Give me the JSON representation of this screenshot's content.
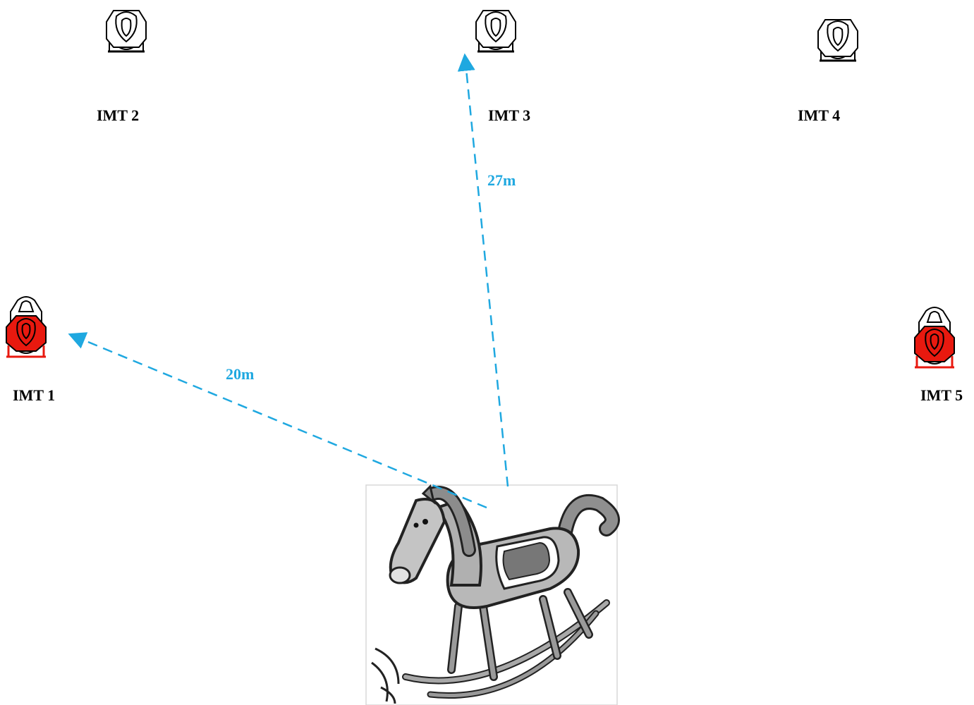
{
  "telescopes": [
    {
      "label": "IMT 1",
      "active": true
    },
    {
      "label": "IMT 2",
      "active": false
    },
    {
      "label": "IMT 3",
      "active": false
    },
    {
      "label": "IMT 4",
      "active": false
    },
    {
      "label": "IMT 5",
      "active": true
    }
  ],
  "distances": [
    {
      "label": "20m",
      "to": "IMT 1"
    },
    {
      "label": "27m",
      "to": "IMT 3"
    }
  ],
  "center_object": "rocking-horse",
  "colors": {
    "arrow": "#1fa8e0",
    "active_telescope": "#e8190f",
    "label": "#000000"
  }
}
